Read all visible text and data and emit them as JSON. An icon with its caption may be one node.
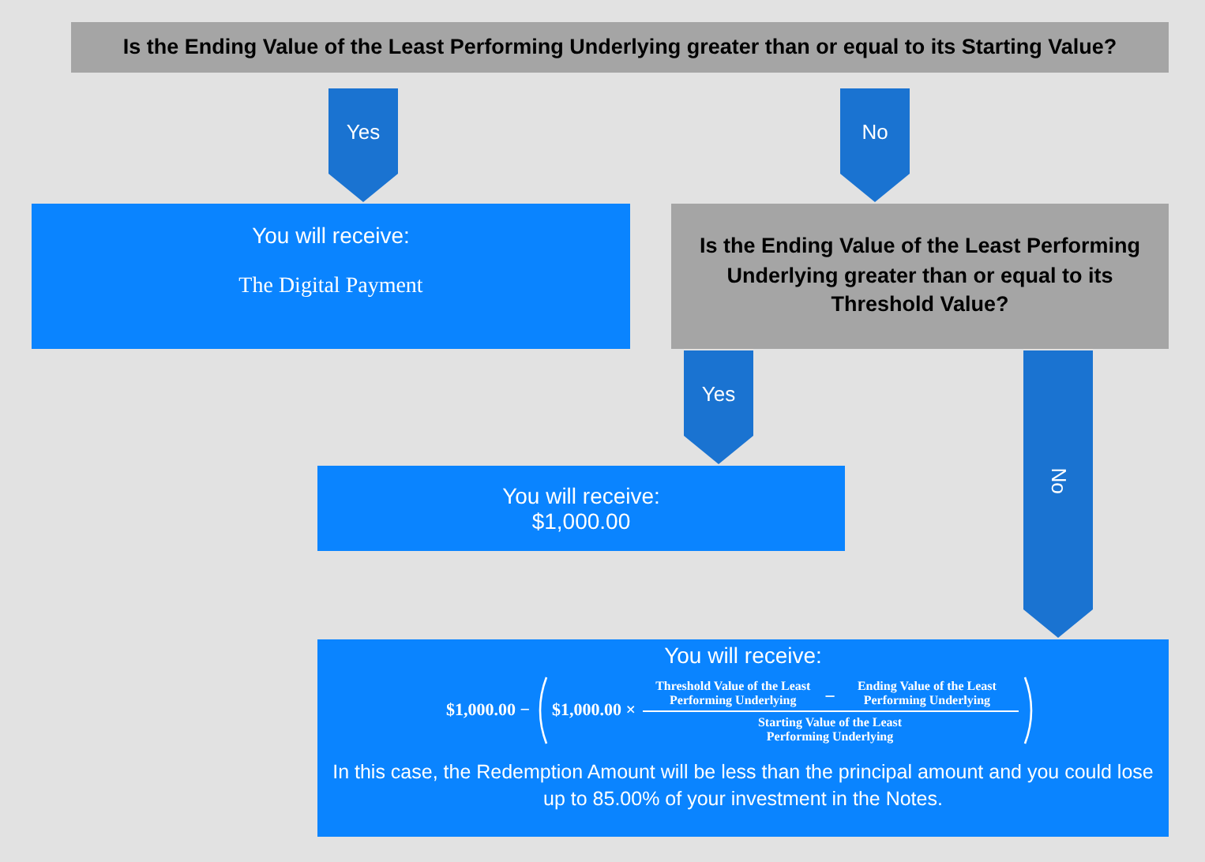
{
  "diagram": {
    "nodes": [
      {
        "text": [
          "Is the Ending Value of the Least Performing Underlying greater than or equal to its Starting Value?"
        ]
      },
      {
        "text": [
          "You will receive:",
          "The Digital Payment"
        ]
      },
      {
        "text": [
          "Is the Ending Value of the Least Performing Underlying greater than or equal to its Threshold Value?"
        ]
      },
      {
        "text": [
          "You will receive:",
          "$1,000.00"
        ]
      },
      {
        "text": [
          "You will receive:",
          "$1,000.00 −",
          "$1,000.00 ×",
          "Threshold Value of the Least Performing Underlying",
          "−",
          "Ending Value of the Least Performing Underlying",
          "Starting Value of the Least Performing Underlying",
          "In this case, the Redemption Amount will be less than the principal amount and you could lose up to 85.00% of your investment in the Notes."
        ]
      }
    ],
    "edges": [
      {
        "from": 0,
        "to": 1,
        "arrow": "to",
        "label": "Yes"
      },
      {
        "from": 0,
        "to": 2,
        "arrow": "to",
        "label": "No"
      },
      {
        "from": 2,
        "to": 3,
        "arrow": "to",
        "label": "Yes"
      },
      {
        "from": 2,
        "to": 4,
        "arrow": "to",
        "label": "No"
      }
    ]
  }
}
